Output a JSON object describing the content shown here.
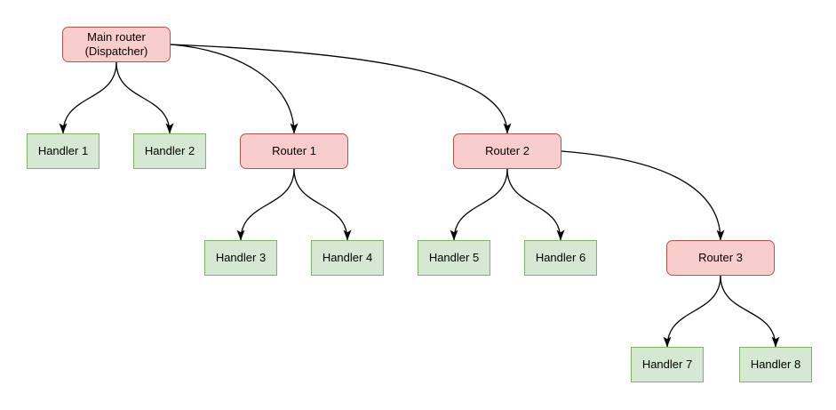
{
  "diagram": {
    "background": "#ffffff",
    "colors": {
      "router_fill": "#f8cecc",
      "router_stroke": "#b85450",
      "handler_fill": "#d5e8d4",
      "handler_stroke": "#82b366",
      "edge": "#000000",
      "text": "#000000"
    },
    "nodes": [
      {
        "id": "main-router",
        "type": "router",
        "label": "Main router (Dispatcher)",
        "label_lines": [
          "Main router",
          "(Dispatcher)"
        ]
      },
      {
        "id": "handler-1",
        "type": "handler",
        "label": "Handler 1"
      },
      {
        "id": "handler-2",
        "type": "handler",
        "label": "Handler 2"
      },
      {
        "id": "router-1",
        "type": "router",
        "label": "Router 1"
      },
      {
        "id": "router-2",
        "type": "router",
        "label": "Router 2"
      },
      {
        "id": "handler-3",
        "type": "handler",
        "label": "Handler 3"
      },
      {
        "id": "handler-4",
        "type": "handler",
        "label": "Handler 4"
      },
      {
        "id": "handler-5",
        "type": "handler",
        "label": "Handler 5"
      },
      {
        "id": "handler-6",
        "type": "handler",
        "label": "Handler 6"
      },
      {
        "id": "router-3",
        "type": "router",
        "label": "Router 3"
      },
      {
        "id": "handler-7",
        "type": "handler",
        "label": "Handler 7"
      },
      {
        "id": "handler-8",
        "type": "handler",
        "label": "Handler 8"
      }
    ],
    "edges": [
      {
        "from": "main-router",
        "to": "handler-1"
      },
      {
        "from": "main-router",
        "to": "handler-2"
      },
      {
        "from": "main-router",
        "to": "router-1"
      },
      {
        "from": "main-router",
        "to": "router-2"
      },
      {
        "from": "router-1",
        "to": "handler-3"
      },
      {
        "from": "router-1",
        "to": "handler-4"
      },
      {
        "from": "router-2",
        "to": "handler-5"
      },
      {
        "from": "router-2",
        "to": "handler-6"
      },
      {
        "from": "router-2",
        "to": "router-3"
      },
      {
        "from": "router-3",
        "to": "handler-7"
      },
      {
        "from": "router-3",
        "to": "handler-8"
      }
    ]
  }
}
